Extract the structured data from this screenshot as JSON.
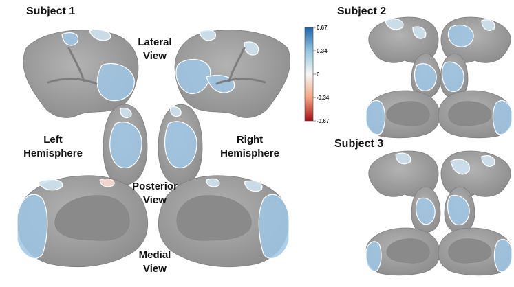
{
  "labels": {
    "subject1": "Subject 1",
    "subject2": "Subject 2",
    "subject3": "Subject 3",
    "lateral": [
      "Lateral",
      "View"
    ],
    "posterior": [
      "Posterior",
      "View"
    ],
    "medial": [
      "Medial",
      "View"
    ],
    "left_hemi": [
      "Left",
      "Hemisphere"
    ],
    "right_hemi": [
      "Right",
      "Hemisphere"
    ]
  },
  "colorbar": {
    "ticks": [
      "0.67",
      "0.34",
      "0",
      "-0.34",
      "-0.67"
    ],
    "colors": {
      "max": "#2166ac",
      "mid_high": "#92c5de",
      "zero": "#f7f7f7",
      "mid_low": "#f4a582",
      "min": "#a50f15"
    }
  },
  "palette": {
    "cortex": "#9c9c9c",
    "cortex_dark": "#7d7d7d",
    "wall": "#8a8a8a",
    "blob_light": "#cfe2f1",
    "blob_mid": "#9fc7e6",
    "blob_pink": "#f2d4cc"
  }
}
